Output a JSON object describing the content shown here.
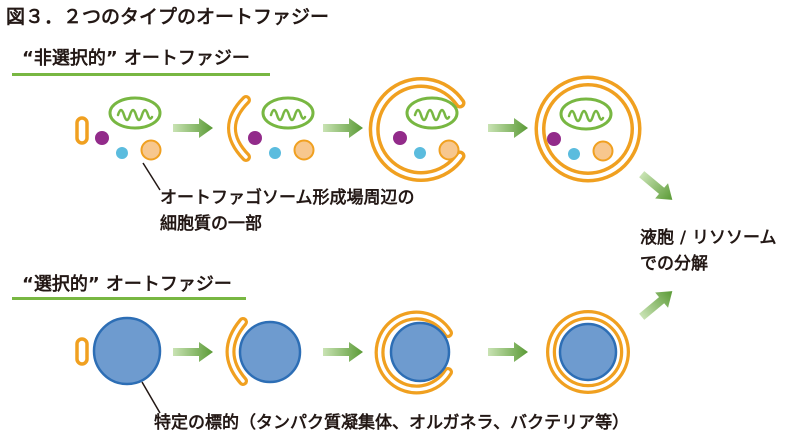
{
  "figure_title": "図３．２つのタイプのオートファジー",
  "sections": {
    "non_selective": {
      "title": "“非選択的” オートファジー"
    },
    "selective": {
      "title": "“選択的” オートファジー"
    }
  },
  "labels": {
    "cytoplasm_line1": "オートファゴソーム形成場周辺の",
    "cytoplasm_line2": "細胞質の一部",
    "vacuole_line1": "液胞 / リソソーム",
    "vacuole_line2": "での分解",
    "selective_target": "特定の標的（タンパク質凝集体、オルガネラ、バクテリア等）"
  },
  "colors": {
    "membrane": "#f0a020",
    "mitochondria": "#78b742",
    "purple_particle": "#922b8a",
    "cyan_particle": "#5bbcde",
    "orange_particle": "#f7c78e",
    "target_fill": "#6e9bcf",
    "target_stroke": "#2d6eb5",
    "arrow": "#5a9a35",
    "rule": "#78b742"
  }
}
